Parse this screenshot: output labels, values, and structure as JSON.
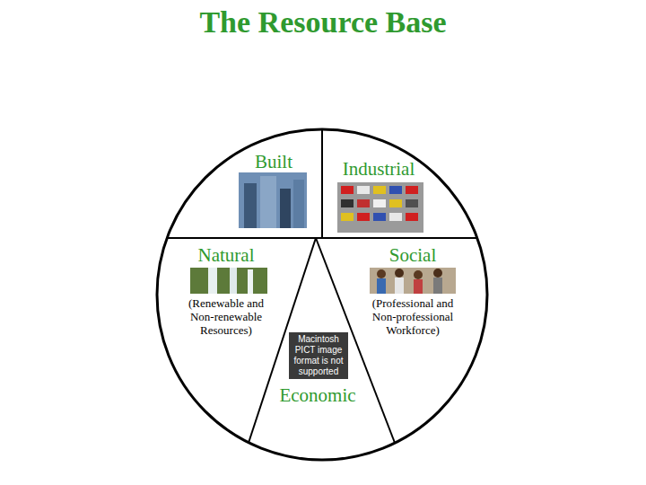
{
  "diagram": {
    "title": "The Resource Base",
    "nodes": [
      {
        "text": [
          "Built"
        ]
      },
      {
        "text": [
          "Industrial"
        ]
      },
      {
        "text": [
          "Natural",
          "(Renewable and Non-renewable Resources)"
        ]
      },
      {
        "text": [
          "Social",
          "(Professional and Non-professional Workforce)"
        ]
      },
      {
        "text": [
          "Economic"
        ]
      }
    ],
    "labels": [
      "Macintosh PICT image format is not supported"
    ]
  }
}
